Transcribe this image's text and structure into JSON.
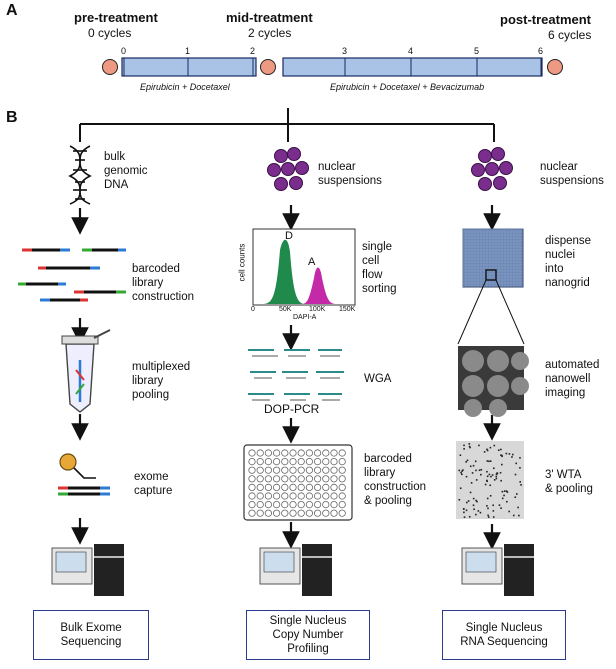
{
  "panel_a": {
    "letter": "A",
    "timepoints": [
      {
        "title": "pre-treatment",
        "subtitle": "0 cycles"
      },
      {
        "title": "mid-treatment",
        "subtitle": "2 cycles"
      },
      {
        "title": "post-treatment",
        "subtitle": "6 cycles"
      }
    ],
    "ticks": [
      "0",
      "1",
      "2",
      "3",
      "4",
      "5",
      "6"
    ],
    "regimen_1": "Epirubicin + Docetaxel",
    "regimen_2": "Epirubicin + Docetaxel + Bevacizumab",
    "colors": {
      "timeline_bar": "#a9c3e6",
      "timepoint_dot": "#ee9a82"
    }
  },
  "panel_b": {
    "letter": "B",
    "col1": {
      "source": "bulk\ngenomic\nDNA",
      "step1": "barcoded\nlibrary\nconstruction",
      "step2": "multiplexed\nlibrary\npooling",
      "step3": "exome\ncapture",
      "result": "Bulk Exome\nSequencing"
    },
    "col2": {
      "source": "nuclear\nsuspensions",
      "step1": "single\ncell\nflow\nsorting",
      "flow_peak_d": "D",
      "flow_peak_a": "A",
      "flow_ylabel": "cell counts",
      "flow_xlabel": "DAPI-A",
      "flow_xticks": [
        "0",
        "50K",
        "100K",
        "150K"
      ],
      "step2": "WGA",
      "step2_method": "DOP-PCR",
      "step3": "barcoded\nlibrary\nconstruction\n& pooling",
      "result": "Single Nucleus\nCopy Number\nProfiling"
    },
    "col3": {
      "source": "nuclear\nsuspensions",
      "step1": "dispense\nnuclei\ninto\nnanogrid",
      "step2": "automated\nnanowell\nimaging",
      "step3": "3' WTA\n& pooling",
      "result": "Single Nucleus\nRNA Sequencing"
    },
    "colors": {
      "nuclei": "#7b2d8e",
      "box_border": "#2b3a8f",
      "gate_d": "#1f8a4c",
      "gate_a": "#c42aa8"
    }
  }
}
